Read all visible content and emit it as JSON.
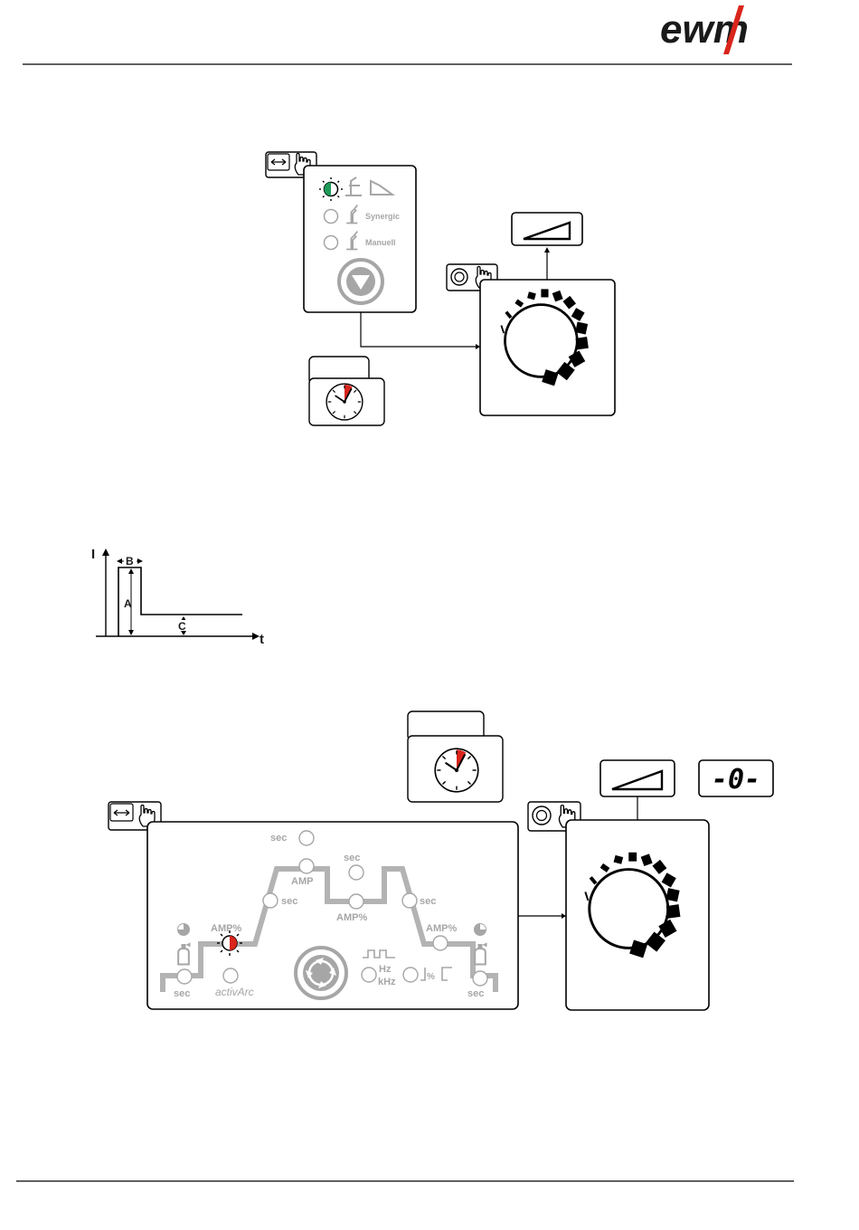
{
  "header": {
    "logo_text": "ewm"
  },
  "panel1": {
    "synergic_label": "Synergic",
    "manual_label": "Manuell"
  },
  "graph": {
    "y_axis_label": "I",
    "x_axis_label": "t",
    "label_a": "A",
    "label_b": "B",
    "label_c": "C"
  },
  "panel2": {
    "sec_label": "sec",
    "amp_label": "AMP",
    "amp_percent_label": "AMP%",
    "activarc_label": "activArc",
    "hz_label": "Hz",
    "khz_label": "kHz",
    "percent_label": "%"
  },
  "display": {
    "value": "-0-"
  },
  "colors": {
    "led_green": "#1e9a5a",
    "led_red": "#d9251c",
    "clock_red": "#d9251c",
    "logo_red": "#d9251c",
    "panel_gray": "#a6a6a6"
  }
}
